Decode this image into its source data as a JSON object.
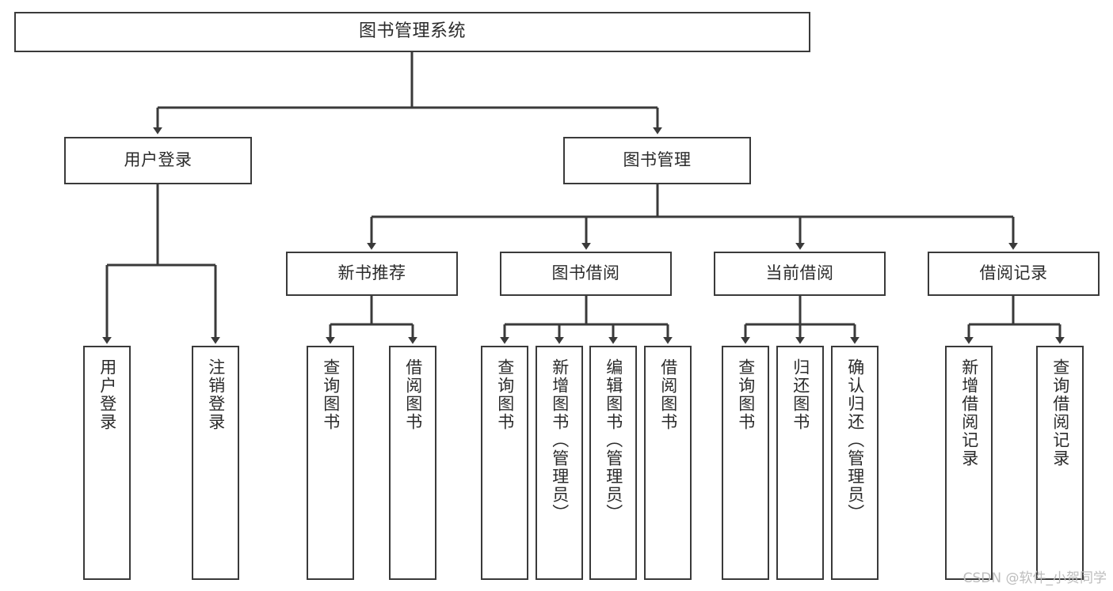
{
  "diagram": {
    "type": "tree-hierarchy-diagram",
    "title": "图书管理系统",
    "watermark": "CSDN @软件_小贺同学",
    "colors": {
      "box_border": "#3a3a3a",
      "box_fill": "#ffffff",
      "connector": "#3a3a3a",
      "text": "#2b2b2b",
      "watermark": "#bdbdbd",
      "background": "#ffffff"
    },
    "nodes": {
      "root": {
        "label": "图书管理系统",
        "level": 1
      },
      "level2": [
        {
          "id": "user-login",
          "label": "用户登录"
        },
        {
          "id": "book-manage",
          "label": "图书管理"
        }
      ],
      "level3": [
        {
          "id": "new-book-recommend",
          "label": "新书推荐"
        },
        {
          "id": "book-borrow",
          "label": "图书借阅"
        },
        {
          "id": "current-borrow",
          "label": "当前借阅"
        },
        {
          "id": "borrow-record",
          "label": "借阅记录"
        }
      ],
      "leaves": {
        "user-login": [
          {
            "id": "leaf-user-login",
            "label": "用户登录"
          },
          {
            "id": "leaf-logout",
            "label": "注销登录"
          }
        ],
        "new-book-recommend": [
          {
            "id": "leaf-query-book-1",
            "label": "查询图书"
          },
          {
            "id": "leaf-borrow-book-1",
            "label": "借阅图书"
          }
        ],
        "book-borrow": [
          {
            "id": "leaf-query-book-2",
            "label": "查询图书"
          },
          {
            "id": "leaf-add-book",
            "label": "新增图书（管理员）"
          },
          {
            "id": "leaf-edit-book",
            "label": "编辑图书（管理员）"
          },
          {
            "id": "leaf-borrow-book-2",
            "label": "借阅图书"
          }
        ],
        "current-borrow": [
          {
            "id": "leaf-query-book-3",
            "label": "查询图书"
          },
          {
            "id": "leaf-return-book",
            "label": "归还图书"
          },
          {
            "id": "leaf-confirm-return",
            "label": "确认归还（管理员）"
          }
        ],
        "borrow-record": [
          {
            "id": "leaf-add-record",
            "label": "新增借阅记录"
          },
          {
            "id": "leaf-query-record",
            "label": "查询借阅记录"
          }
        ]
      }
    }
  }
}
